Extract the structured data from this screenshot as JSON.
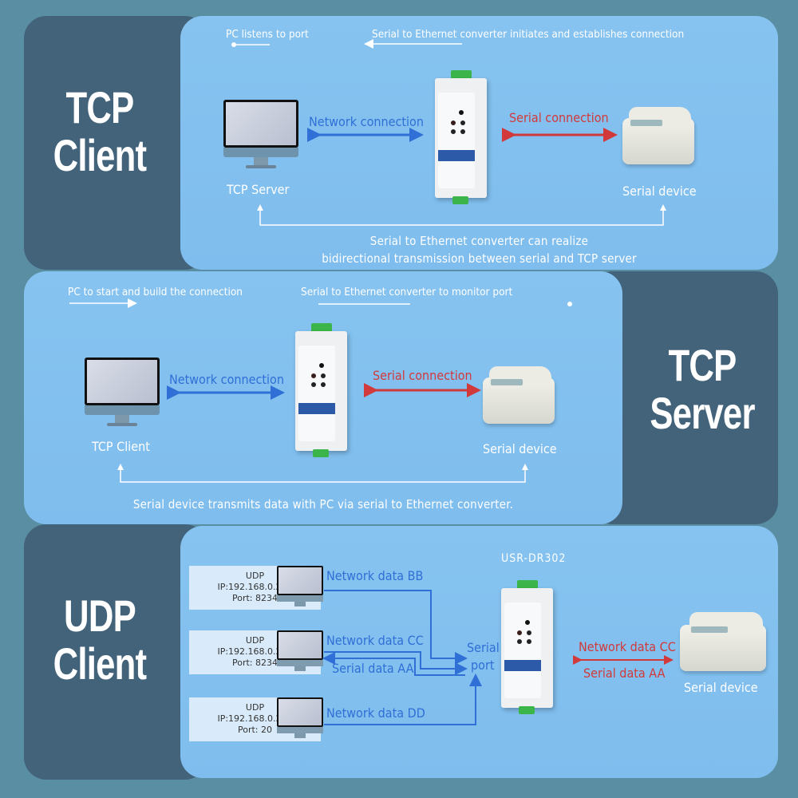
{
  "panels": [
    {
      "mode_title": [
        "TCP",
        "Client"
      ],
      "top_note_left": "PC listens to port",
      "top_note_right": "Serial to Ethernet converter initiates and establishes connection",
      "pc_label": "TCP Server",
      "network_label": "Network connection",
      "serial_label": "Serial connection",
      "device_label": "Serial device",
      "caption": [
        "Serial to Ethernet converter can realize",
        "bidirectional transmission between serial and TCP server"
      ]
    },
    {
      "mode_title": [
        "TCP",
        "Server"
      ],
      "top_note_left": "PC to start and build the connection",
      "top_note_right": "Serial to Ethernet converter to monitor port",
      "pc_label": "TCP Client",
      "network_label": "Network connection",
      "serial_label": "Serial connection",
      "device_label": "Serial device",
      "caption": [
        "Serial device transmits data with PC via serial to Ethernet converter."
      ]
    },
    {
      "mode_title": [
        "UDP",
        "Client"
      ],
      "converter_model": "USR-DR302",
      "udp_hosts": [
        {
          "proto": "UDP",
          "ip": "IP:192.168.0.200",
          "port": "Port:  8234",
          "flow_label": "Network data BB"
        },
        {
          "proto": "UDP",
          "ip": "IP:192.168.0.201",
          "port": "Port:  8234",
          "flow_label": "Network data CC",
          "return_label": "Serial data AA"
        },
        {
          "proto": "UDP",
          "ip": "IP:192.168.0.201",
          "port": "Port:  20",
          "flow_label": "Network data DD"
        }
      ],
      "serial_port_label": [
        "Serial",
        "port"
      ],
      "link_labels": [
        "Network data CC",
        "Serial data AA"
      ],
      "device_label": "Serial device"
    }
  ],
  "colors": {
    "background": "#5a8fa3",
    "dark_panel": "#43637b",
    "light_panel": "#82c0ee",
    "network_blue": "#2f6fd6",
    "serial_red": "#d2393a"
  }
}
